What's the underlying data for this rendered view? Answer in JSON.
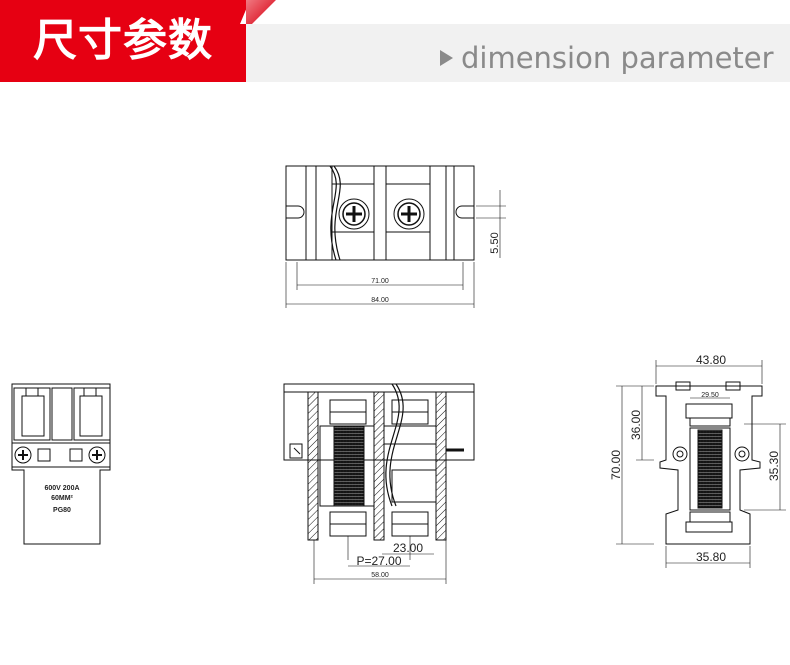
{
  "header": {
    "title": "尺寸参数",
    "subtitle": "dimension parameter",
    "arrow_icon": "triangle-right-icon",
    "accent_color": "#e60012",
    "band_color": "#f1f1f1",
    "subtitle_color": "#8a8a8a"
  },
  "top_view": {
    "dim_inner_width": "71.00",
    "dim_total_width": "84.00",
    "dim_height": "5.50"
  },
  "front_view": {
    "label_line1": "600V  200A",
    "label_line2": "60MM²",
    "label_line3": "PG80"
  },
  "section_view": {
    "dim_pitch_a": "23.00",
    "dim_pitch_p": "P=27.00",
    "dim_width": "58.00"
  },
  "side_view": {
    "dim_top_width": "43.80",
    "dim_inner_width": "29.50",
    "dim_upper_height": "36.00",
    "dim_total_height": "70.00",
    "dim_right_height": "35.30",
    "dim_base_width": "35.80"
  }
}
